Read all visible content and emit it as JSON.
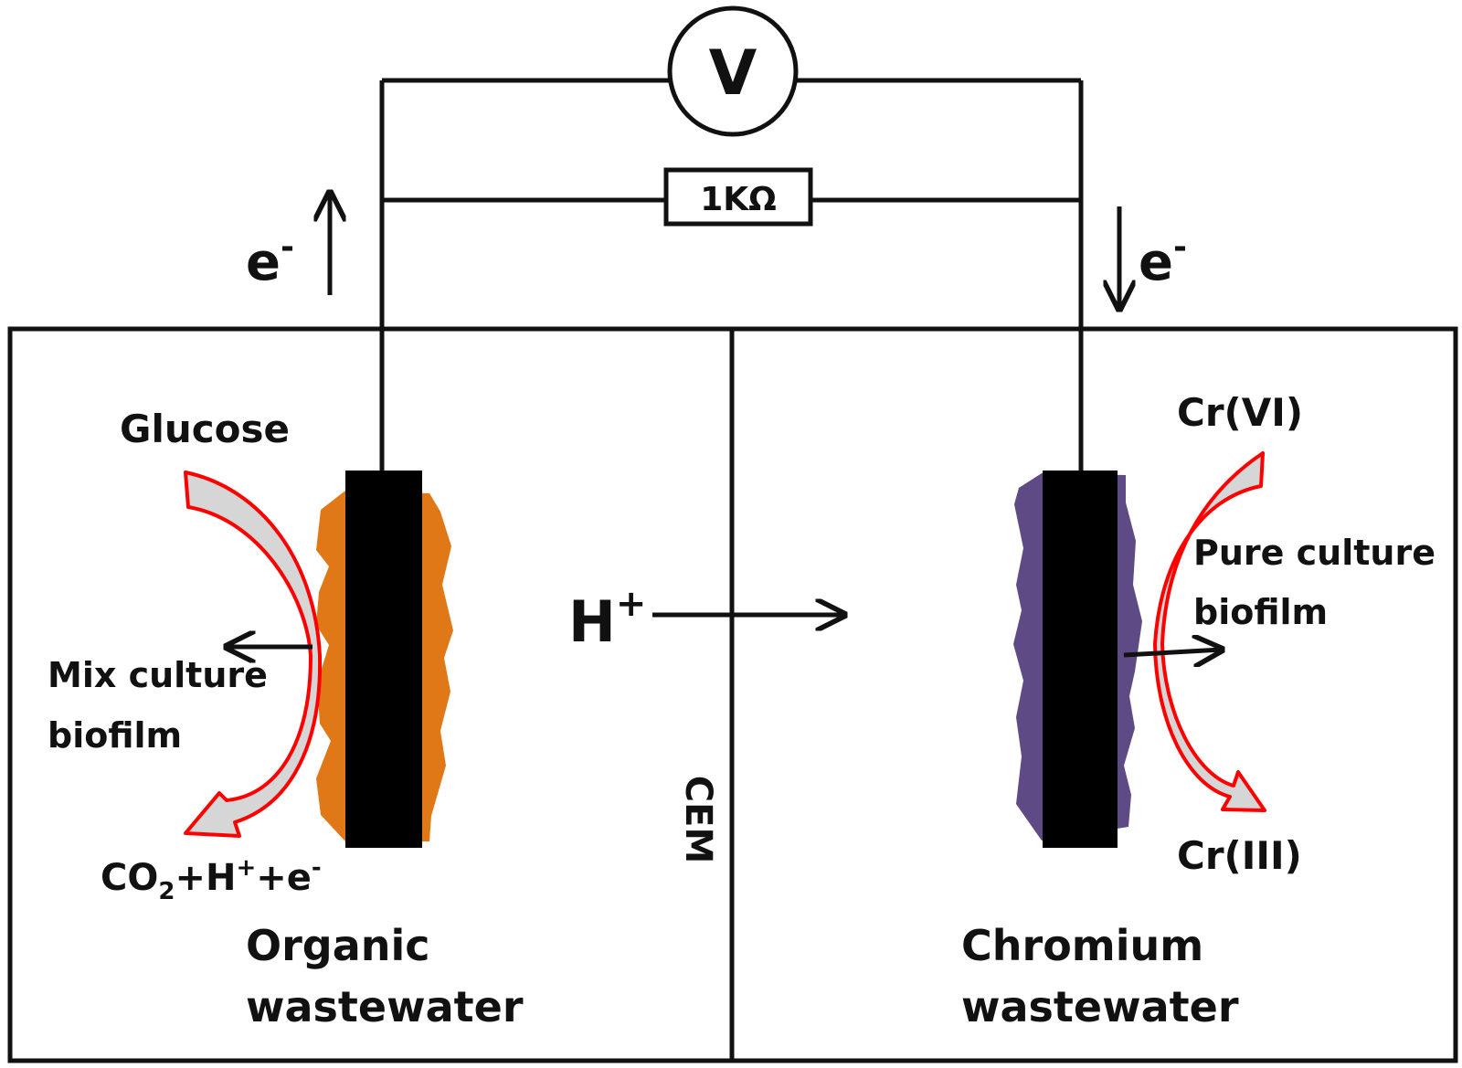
{
  "voltmeter": {
    "symbol": "V"
  },
  "resistor": {
    "label": "1KΩ"
  },
  "electrons": {
    "anode_flow": "e",
    "cathode_flow": "e",
    "charge": "-"
  },
  "anode": {
    "substrate": "Glucose",
    "biofilm_line1": "Mix culture",
    "biofilm_line2": "biofilm",
    "products": {
      "co": "CO",
      "sub2": "2",
      "plus1": "+H",
      "sup_plus": "+",
      "plus2": "+e",
      "sup_minus": "-"
    },
    "chamber_line1": "Organic",
    "chamber_line2": "wastewater",
    "biofilm_color": "#e07818"
  },
  "membrane": {
    "label": "CEM",
    "proton": "H",
    "proton_charge": "+"
  },
  "cathode": {
    "reactant": "Cr(VI)",
    "product": "Cr(III)",
    "biofilm_line1": "Pure culture",
    "biofilm_line2": "biofilm",
    "chamber_line1": "Chromium",
    "chamber_line2": "wastewater",
    "biofilm_color": "#5e4a84"
  },
  "colors": {
    "arrow_outline": "#ff0000",
    "arrow_fill": "#d6d6d6",
    "electrode": "#000000",
    "line": "#111111"
  }
}
